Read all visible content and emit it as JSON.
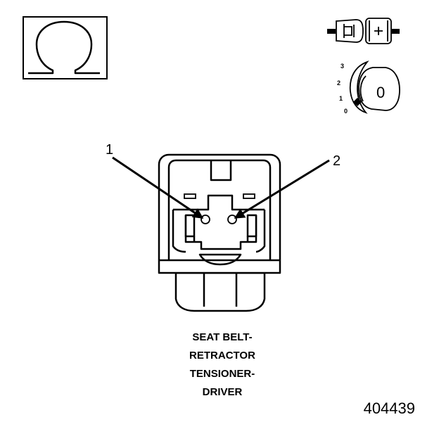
{
  "symbol": {
    "icon": "ohm-resistance-icon",
    "glyph": "Ω"
  },
  "ignition": {
    "icon": "ignition-key-icon",
    "positions": [
      "3",
      "2",
      "1",
      "0"
    ],
    "key_glyph": "0"
  },
  "connector_state_icon": "disconnected-connector-icon",
  "connector": {
    "icon": "two-pin-connector-icon",
    "pins": [
      {
        "number": "1"
      },
      {
        "number": "2"
      }
    ]
  },
  "caption": {
    "lines": [
      "SEAT BELT-",
      "RETRACTOR",
      "TENSIONER-",
      "DRIVER"
    ]
  },
  "figure_number": "404439"
}
